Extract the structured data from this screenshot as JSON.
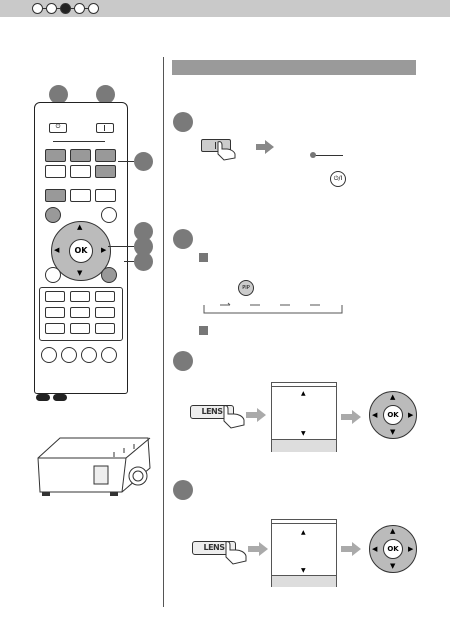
{
  "remote": {
    "power_on_symbol": "⏻",
    "ok_label": "OK"
  },
  "steps": {
    "input_button_symbol": "⏻/I",
    "mode_button_label": "PIP",
    "lens_label": "LENS",
    "ok_label": "OK"
  },
  "colors": {
    "header_bar": "#c9c9c9",
    "section_bar": "#9a9a9a",
    "callout": "#7a7a7a",
    "arrow": "#888888"
  }
}
